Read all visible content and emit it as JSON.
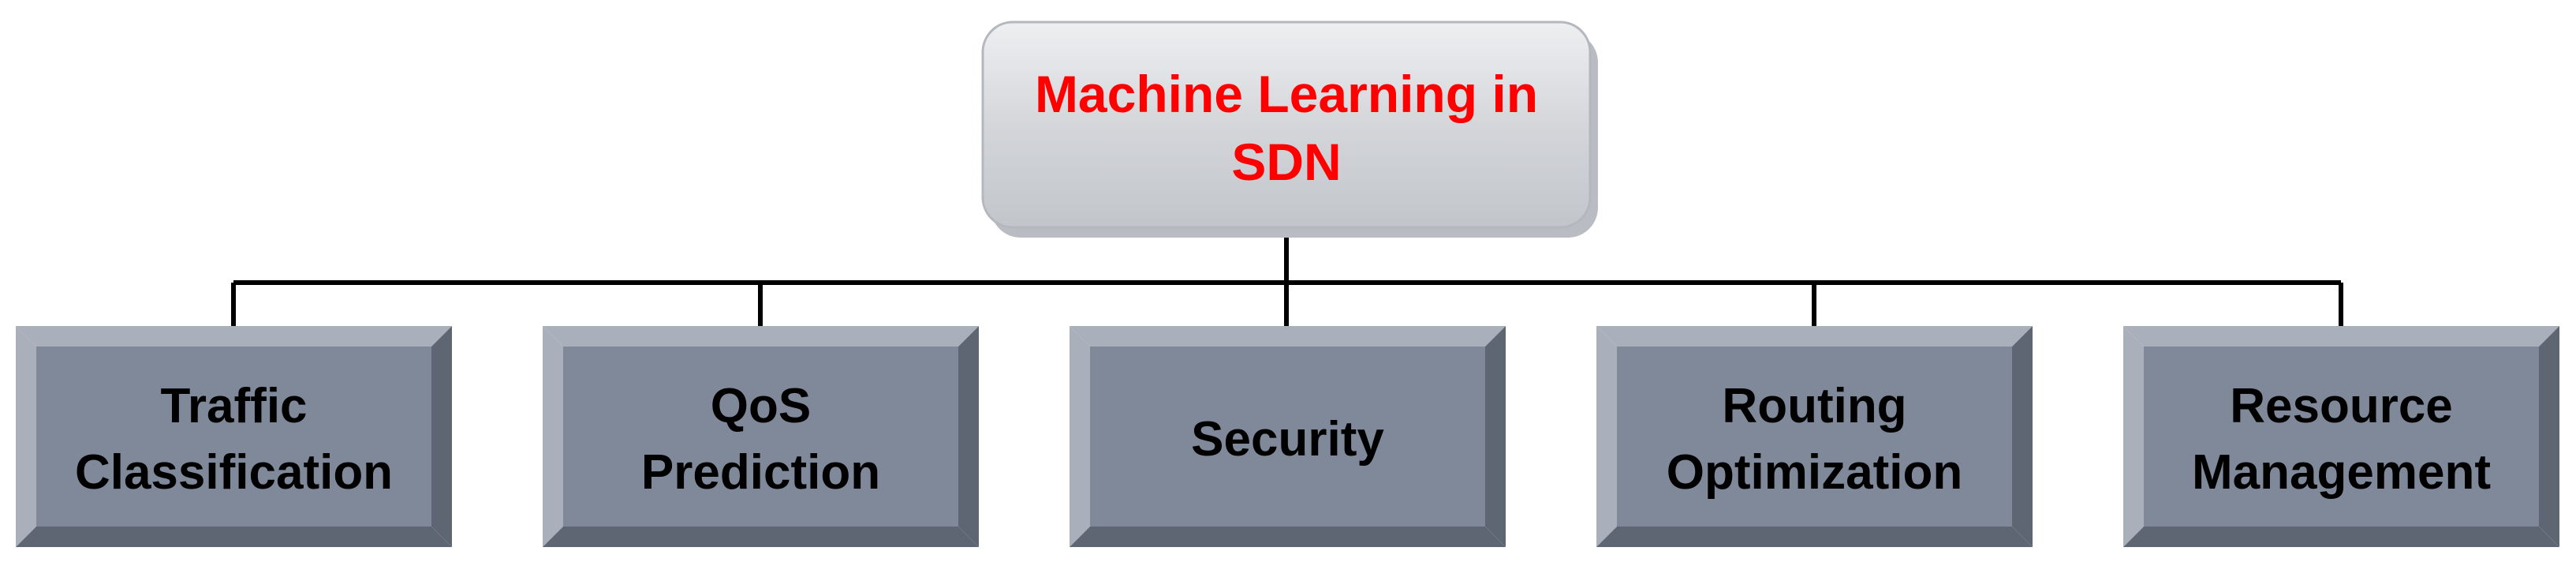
{
  "root": {
    "line1": "Machine Learning in",
    "line2": "SDN",
    "text_color": "#ff0000",
    "box_color": "#d4d6da"
  },
  "children": [
    {
      "line1": "Traffic",
      "line2": "Classification"
    },
    {
      "line1": "QoS",
      "line2": "Prediction"
    },
    {
      "line1": "Security",
      "line2": ""
    },
    {
      "line1": "Routing",
      "line2": "Optimization"
    },
    {
      "line1": "Resource",
      "line2": "Management"
    }
  ],
  "colors": {
    "child_face": "#7f899a",
    "child_bevel_light": "#a9b0bb",
    "child_bevel_dark": "#5e6674",
    "connector": "#000000"
  }
}
